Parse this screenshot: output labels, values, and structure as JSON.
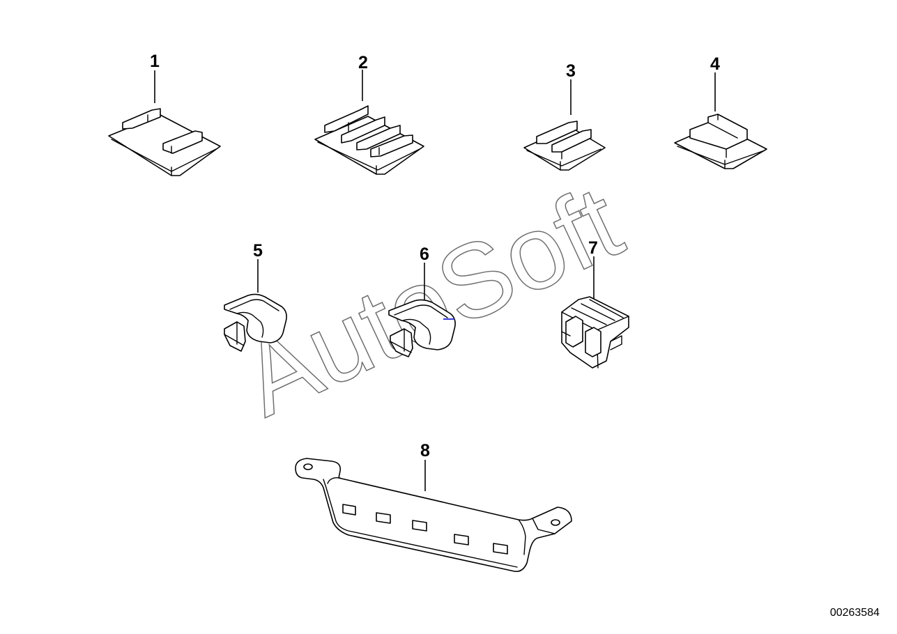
{
  "watermark": "AutoSoft",
  "drawing_number": "00263584",
  "callouts": [
    "1",
    "2",
    "3",
    "4",
    "5",
    "6",
    "7",
    "8"
  ]
}
